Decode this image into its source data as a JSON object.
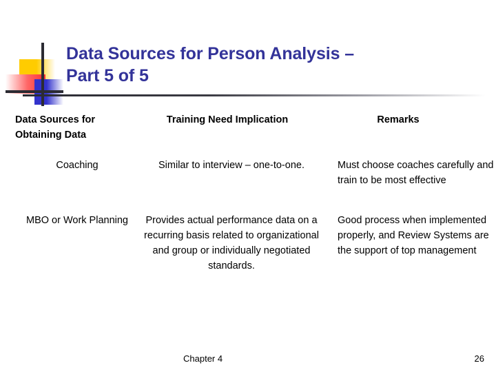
{
  "slide": {
    "title_line_1": "Data Sources for Person Analysis –",
    "title_line_2": "Part 5 of 5",
    "title_color": "#333399"
  },
  "decor": {
    "yellow_color": "#FFCC00",
    "red_color": "#FF3333",
    "blue_color": "#3333CC",
    "bar_color": "#2B2B33"
  },
  "table": {
    "headers": {
      "col_1": "Data Sources for Obtaining Data",
      "col_2": "Training Need Implication",
      "col_3": "Remarks"
    },
    "rows": [
      {
        "source": "Coaching",
        "implication": "Similar to interview – one-to-one.",
        "remarks": "Must choose coaches carefully and train to be most effective"
      },
      {
        "source": "MBO or Work Planning",
        "implication": "Provides actual performance data on a recurring basis related to organizational and group or individually negotiated standards.",
        "remarks": "Good process when implemented properly, and Review Systems are the support of top management"
      }
    ]
  },
  "footer": {
    "chapter": "Chapter 4",
    "page_number": "26"
  }
}
